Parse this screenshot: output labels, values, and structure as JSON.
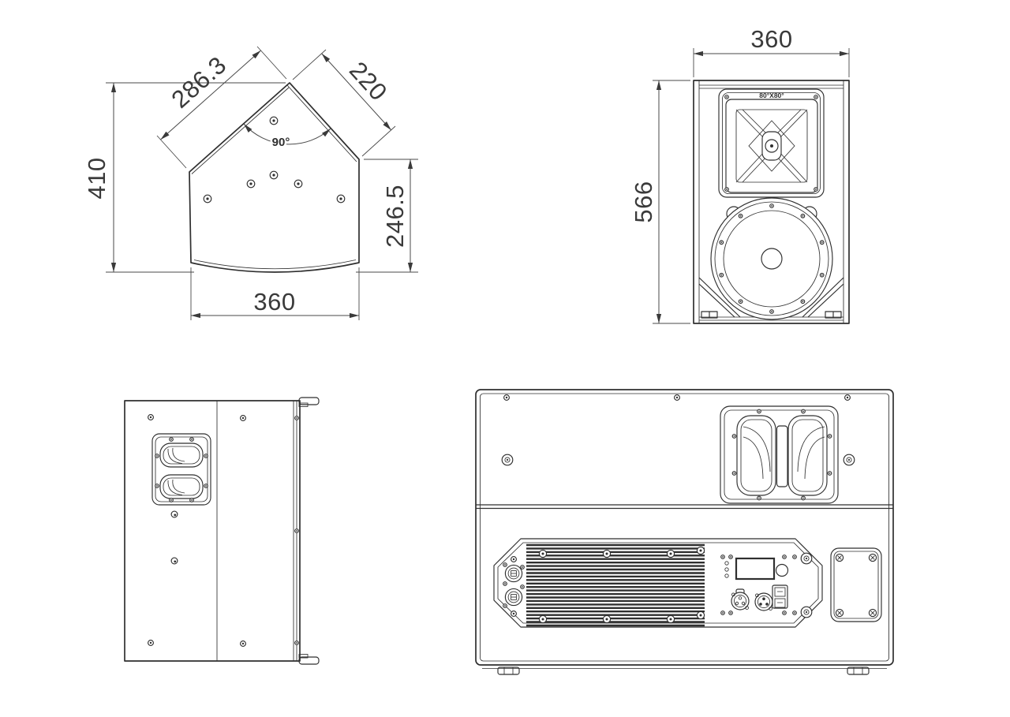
{
  "colors": {
    "line": "#2f2f2f",
    "text": "#3a3a3a",
    "background": "#ffffff"
  },
  "views": {
    "top": {
      "dim_left_edge": "286.3",
      "dim_right_edge": "220",
      "dim_height": "410",
      "dim_right_height": "246.5",
      "dim_bottom_width": "360",
      "angle": "90°"
    },
    "front": {
      "dim_width": "360",
      "dim_height": "566",
      "horn_label": "80°X80°"
    }
  }
}
